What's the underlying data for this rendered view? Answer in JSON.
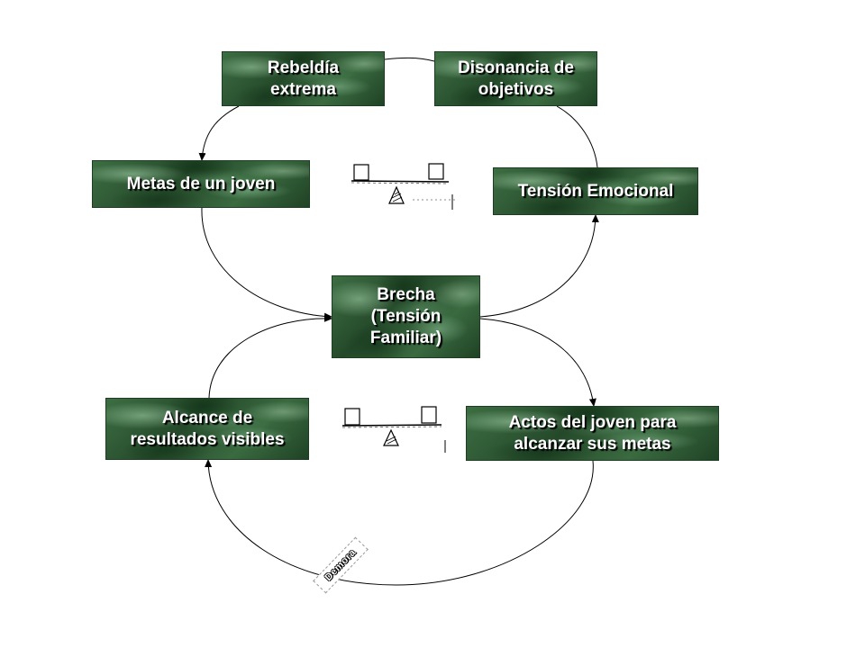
{
  "diagram": {
    "nodes": {
      "rebeldia": {
        "label": "Rebeldía\nextrema"
      },
      "disonancia": {
        "label": "Disonancia de\nobjetivos"
      },
      "metas": {
        "label": "Metas de un joven"
      },
      "tension": {
        "label": "Tensión Emocional"
      },
      "brecha": {
        "label": "Brecha\n(Tensión\nFamiliar)"
      },
      "alcance": {
        "label": "Alcance de\nresultados visibles"
      },
      "actos": {
        "label": "Actos del joven para\nalcanzar sus metas"
      }
    },
    "delay_label": "Demora",
    "colors": {
      "box_fill": "#2e5a33",
      "box_text": "#ffffff",
      "arrow": "#000000"
    },
    "icons": [
      "balance-scale-icon",
      "balance-scale-icon"
    ]
  }
}
